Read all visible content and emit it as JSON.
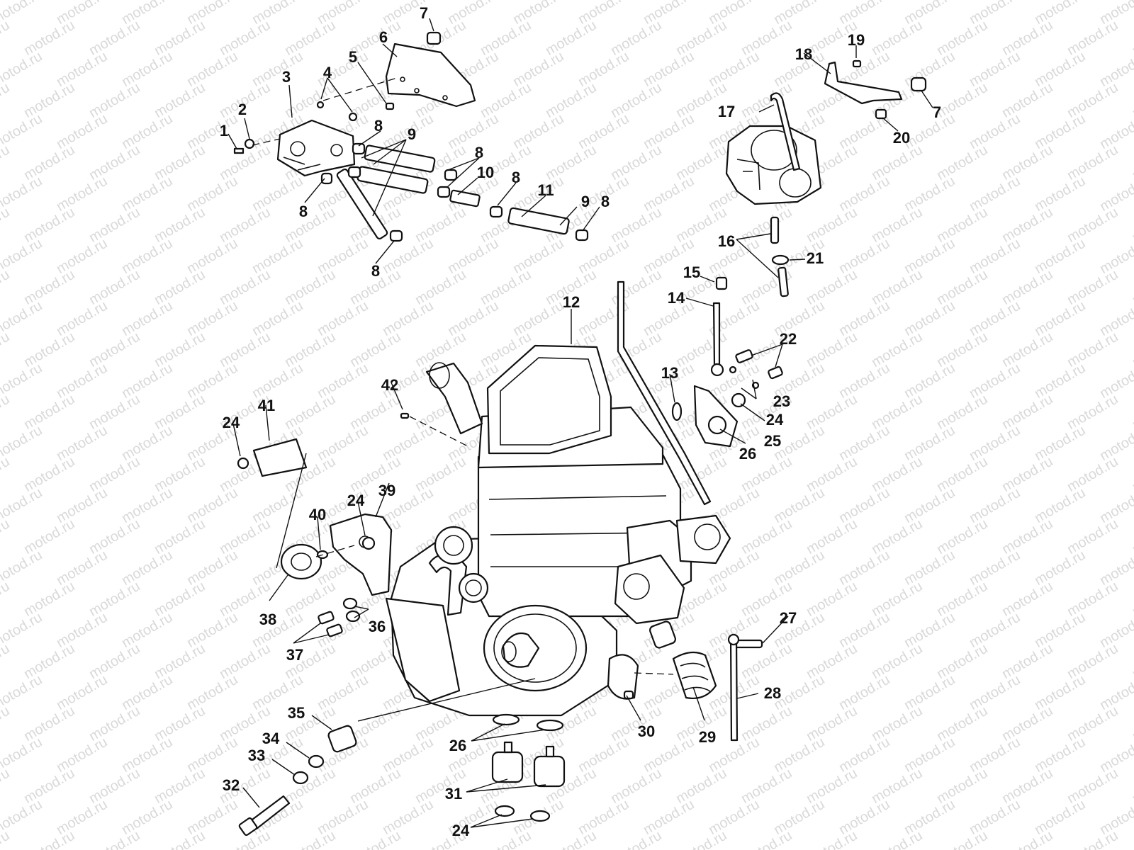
{
  "watermark": {
    "text": "motod.ru"
  },
  "callouts": {
    "c1": "1",
    "c2": "2",
    "c3": "3",
    "c4": "4",
    "c5": "5",
    "c6": "6",
    "c7": "7",
    "c8": "8",
    "c9": "9",
    "c10": "10",
    "c11": "11",
    "c12": "12",
    "c13": "13",
    "c14": "14",
    "c15": "15",
    "c16": "16",
    "c17": "17",
    "c18": "18",
    "c19": "19",
    "c20": "20",
    "c21": "21",
    "c22": "22",
    "c23": "23",
    "c24": "24",
    "c25": "25",
    "c26": "26",
    "c27": "27",
    "c28": "28",
    "c29": "29",
    "c30": "30",
    "c31": "31",
    "c32": "32",
    "c33": "33",
    "c34": "34",
    "c35": "35",
    "c36": "36",
    "c37": "37",
    "c38": "38",
    "c39": "39",
    "c40": "40",
    "c41": "41",
    "c42": "42"
  }
}
